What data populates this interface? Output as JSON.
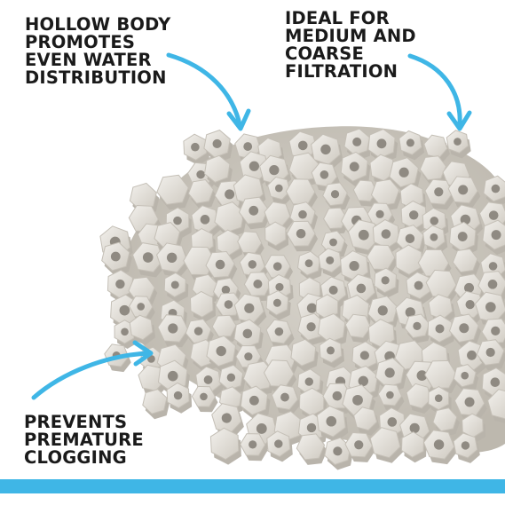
{
  "captions": {
    "hollow_body": [
      "HOLLOW BODY",
      "PROMOTES",
      "EVEN WATER",
      "DISTRIBUTION"
    ],
    "ideal_for": [
      "IDEAL FOR",
      "MEDIUM AND",
      "COARSE",
      "FILTRATION"
    ],
    "prevents": [
      "PREVENTS",
      "PREMATURE",
      "CLOGGING"
    ]
  },
  "colors": {
    "accent": "#3fb6e6",
    "text": "#1a1a1a",
    "ceramic": "#e9e6e0",
    "ceramic_shadow": "#b9b4ab"
  },
  "image": {
    "subject": "pile of white hollow ceramic filter media rings"
  }
}
